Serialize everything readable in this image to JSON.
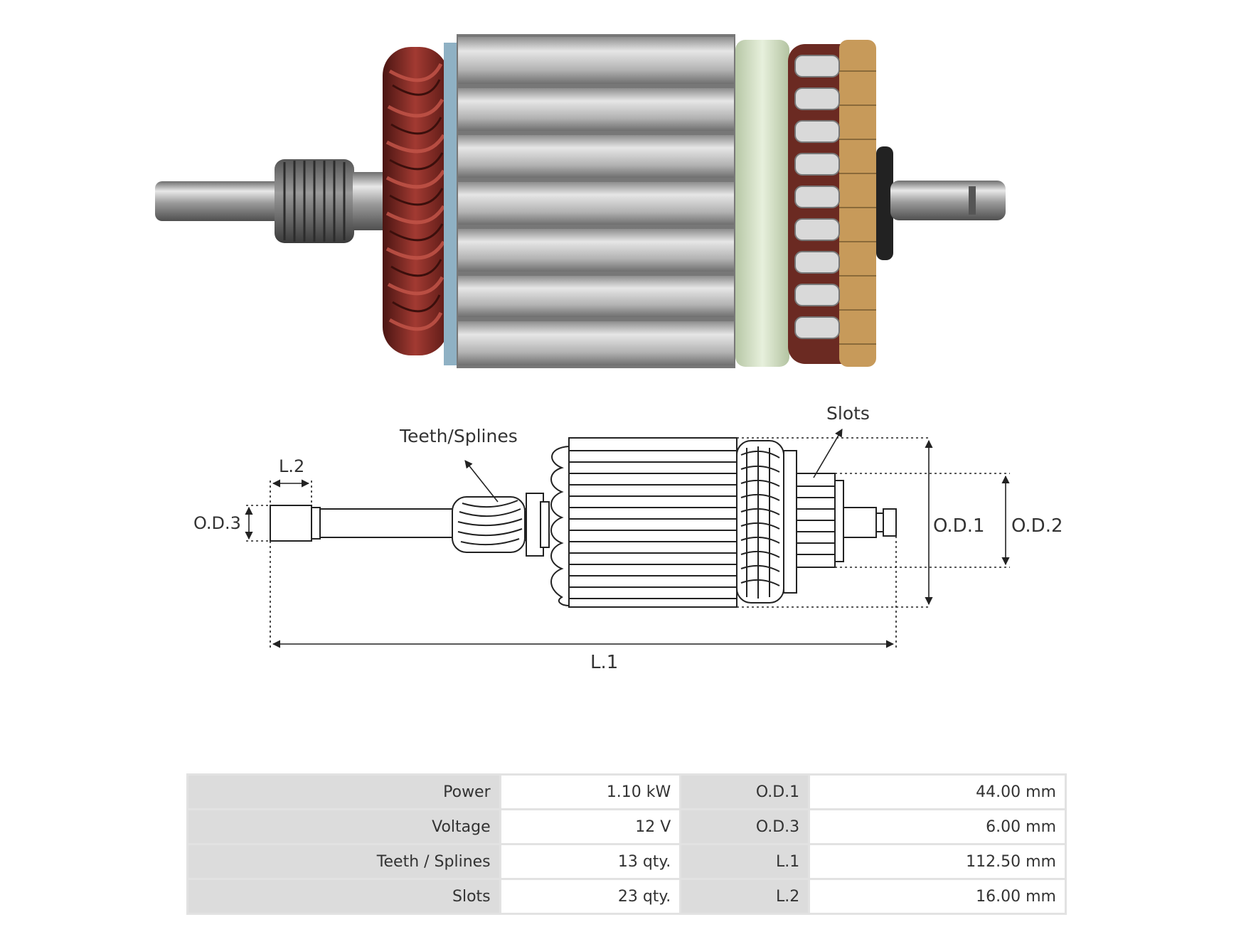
{
  "diagram": {
    "labels": {
      "slots": "Slots",
      "teeth_splines": "Teeth/Splines",
      "od1": "O.D.1",
      "od2": "O.D.2",
      "od3": "O.D.3",
      "l1": "L.1",
      "l2": "L.2"
    }
  },
  "colors": {
    "copper": "#8a2a25",
    "steel": "#b9b9b9",
    "insulator": "#d8e6c8",
    "commutator": "#c79a5a",
    "line": "#222222"
  },
  "specs": {
    "rows": [
      {
        "label1": "Power",
        "value1": "1.10 kW",
        "label2": "O.D.1",
        "value2": "44.00 mm"
      },
      {
        "label1": "Voltage",
        "value1": "12 V",
        "label2": "O.D.3",
        "value2": "6.00 mm"
      },
      {
        "label1": "Teeth / Splines",
        "value1": "13 qty.",
        "label2": "L.1",
        "value2": "112.50 mm"
      },
      {
        "label1": "Slots",
        "value1": "23 qty.",
        "label2": "L.2",
        "value2": "16.00 mm"
      }
    ]
  }
}
